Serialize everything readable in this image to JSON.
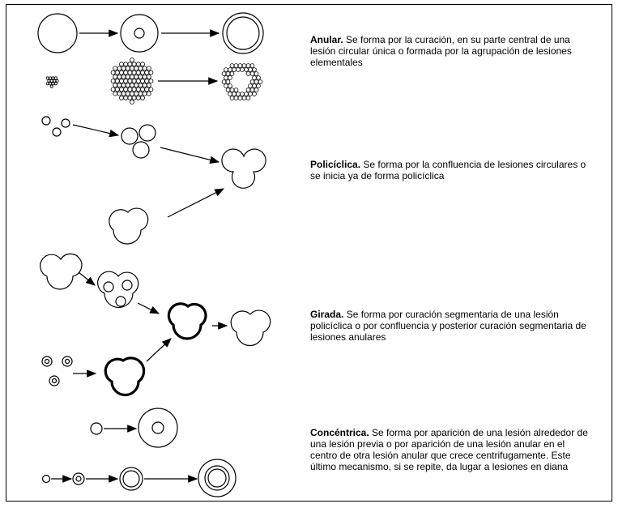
{
  "sections": [
    {
      "id": "anular",
      "term": "Anular.",
      "text": "Se forma por la curación, en su parte central de una lesión circular única o formada por la agrupación de lesiones elementales"
    },
    {
      "id": "policiclica",
      "term": "Policíclica.",
      "text": "Se forma por la confluencia de lesiones circulares o se inicia ya de forma policíclica"
    },
    {
      "id": "girada",
      "term": "Girada.",
      "text": "Se forma por curación segmentaria de una lesión policíclica o por confluencia y posterior curación segmentaria de lesiones anulares"
    },
    {
      "id": "concentrica",
      "term": "Concéntrica.",
      "text": "Se forma por aparición de una lesión alrededor de una lesión previa o por aparición de una lesión anular en el centro de otra lesión anular que crece centrifugamente. Este último mecanismo, si se repite, da lugar a lesiones en diana"
    }
  ],
  "colors": {
    "ink": "#000000",
    "paper": "#ffffff"
  }
}
